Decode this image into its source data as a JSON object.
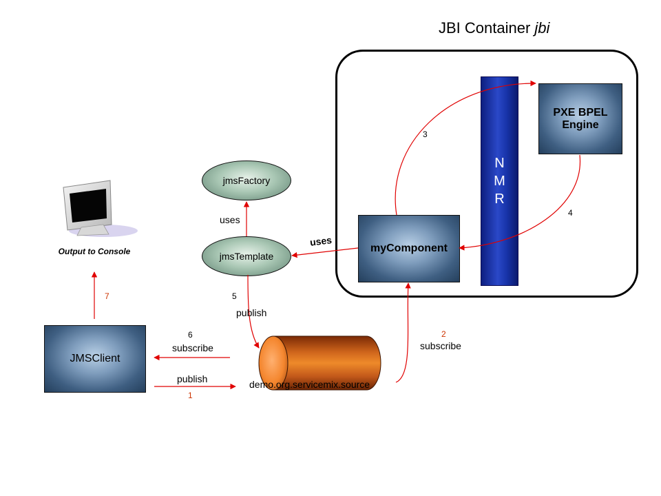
{
  "title": {
    "main": "JBI Container",
    "italic": "jbi"
  },
  "nodes": {
    "pxe": "PXE BPEL Engine",
    "nmr": [
      "N",
      "M",
      "R"
    ],
    "my_component": "myComponent",
    "jms_factory": "jmsFactory",
    "jms_template": "jmsTemplate",
    "jms_client": "JMSClient",
    "topic": "demo.org.servicemix.source",
    "console": "Output to Console"
  },
  "labels": {
    "uses_factory": "uses",
    "uses_template": "uses",
    "publish_template": "publish",
    "subscribe_client": "subscribe",
    "publish_client": "publish",
    "subscribe_component": "subscribe"
  },
  "steps": {
    "s1": "1",
    "s2": "2",
    "s3": "3",
    "s4": "4",
    "s5": "5",
    "s6": "6",
    "s7": "7"
  },
  "colors": {
    "arrow": "#e00000",
    "step_red": "#cc3300",
    "topic_orange": "#e0701a",
    "nmr_blue": "#1733a8"
  }
}
